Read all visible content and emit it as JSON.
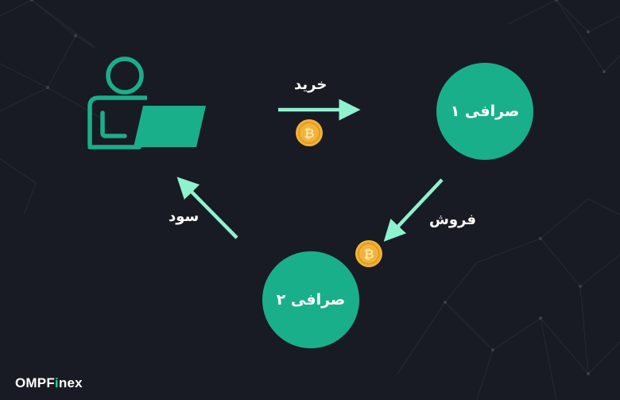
{
  "diagram": {
    "exchange_1": "صرافی ۱",
    "exchange_2": "صرافی ۲",
    "buy_label": "خرید",
    "sell_label": "فروش",
    "profit_label": "سود"
  },
  "brand": {
    "prefix": "OMPF",
    "highlight": "i",
    "suffix": "nex"
  },
  "colors": {
    "background": "#181b23",
    "node_fill": "#1aaf8b",
    "arrow": "#8ff2cf",
    "coin": "#f2b33a",
    "accent": "#1fd1a0"
  },
  "icons": [
    "trader-laptop-icon",
    "bitcoin-coin-icon"
  ]
}
